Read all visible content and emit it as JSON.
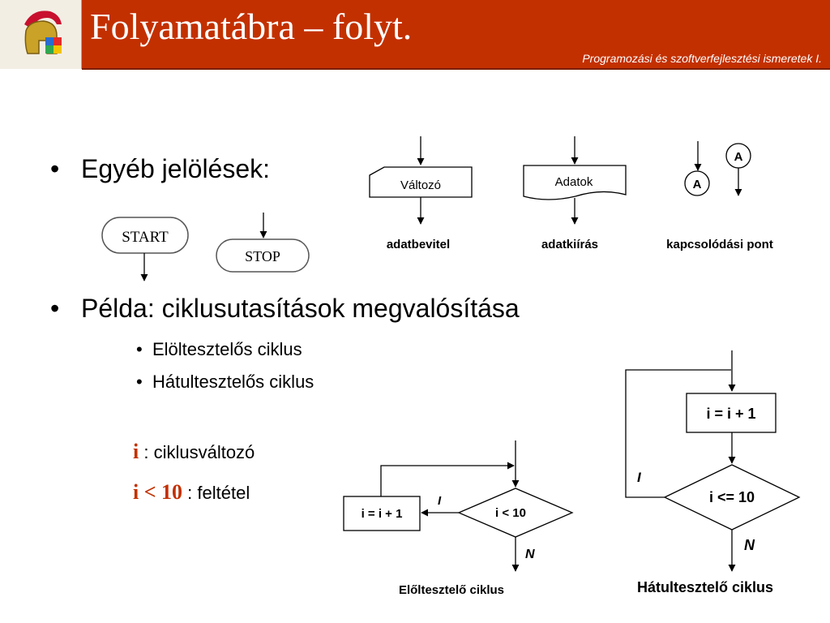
{
  "header": {
    "title": "Folyamatábra – folyt.",
    "subtitle": "Programozási és szoftverfejlesztési ismeretek I."
  },
  "bullets": {
    "b1": "Egyéb jelölések:",
    "b2": "Példa: ciklusutasítások megvalósítása",
    "sub1": "Elöltesztelős ciklus",
    "sub2": "Hátultesztelős ciklus"
  },
  "variables": {
    "i_symbol": "i",
    "i_desc": " : ciklusváltozó",
    "cond_symbol": "i < 10",
    "cond_desc": " : feltétel"
  },
  "symbols": {
    "start": "START",
    "stop": "STOP",
    "input_text": "Változó",
    "input_label": "adatbevitel",
    "output_text": "Adatok",
    "output_label": "adatkiírás",
    "connector": "A",
    "connector_label": "kapcsolódási pont"
  },
  "pretest": {
    "assign": "i = i + 1",
    "cond": "i < 10",
    "yes": "I",
    "no": "N",
    "caption": "Előltesztelő ciklus"
  },
  "posttest": {
    "assign": "i = i + 1",
    "cond": "i <= 10",
    "yes": "I",
    "no": "N",
    "caption": "Hátultesztelő ciklus"
  },
  "colors": {
    "accent": "#c33000"
  }
}
